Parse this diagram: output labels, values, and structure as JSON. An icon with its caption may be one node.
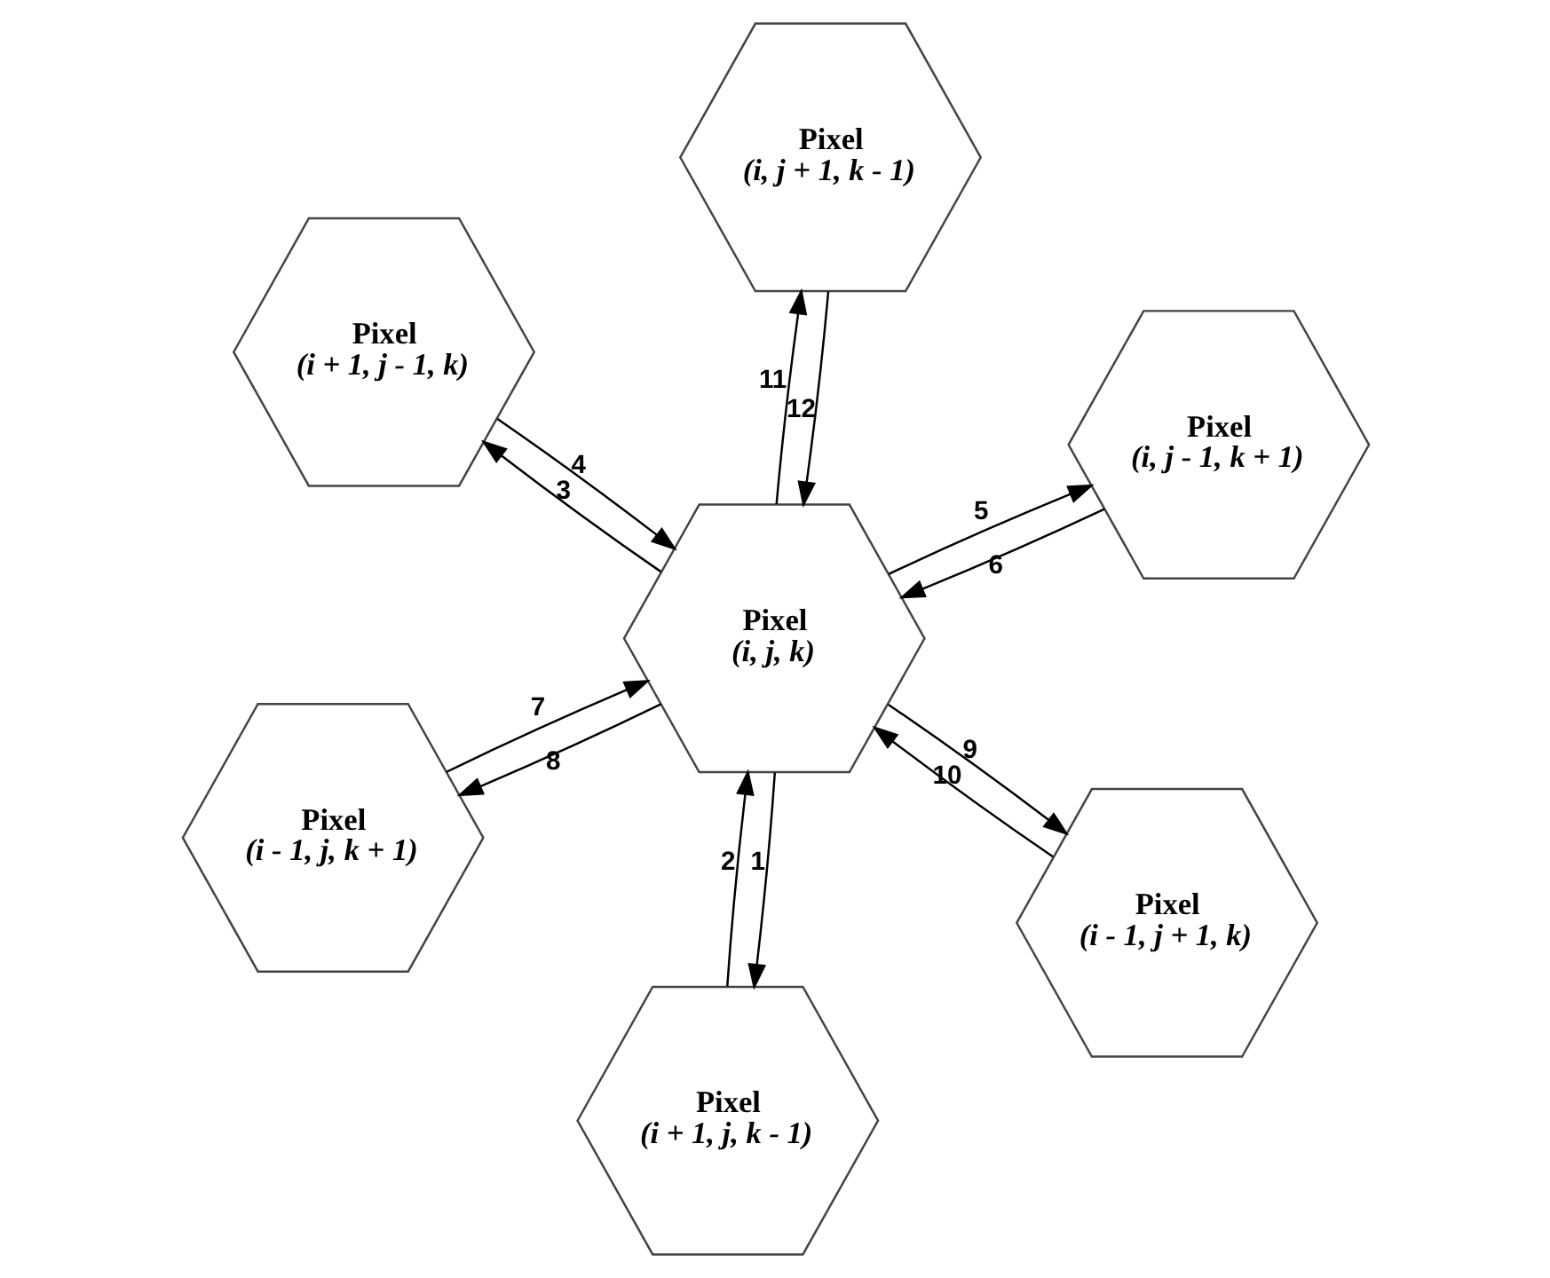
{
  "diagram": {
    "nodes": [
      {
        "text": [
          "Pixel",
          "(i, j + 1, k - 1)"
        ]
      },
      {
        "text": [
          "Pixel",
          "(i + 1, j, k - 1)"
        ]
      },
      {
        "text": [
          "Pixel",
          "(i - 1, j + 1, k)"
        ]
      },
      {
        "text": [
          "Pixel",
          "(i, j, k)"
        ]
      },
      {
        "text": [
          "Pixel",
          "(i + 1, j - 1, k)"
        ]
      },
      {
        "text": [
          "Pixel",
          "(i - 1, j, k + 1)"
        ]
      },
      {
        "text": [
          "Pixel",
          "(i, j - 1, k + 1)"
        ]
      }
    ],
    "edges": [
      {
        "from": 3,
        "to": 1,
        "arrow": "to",
        "label": "1"
      },
      {
        "from": 1,
        "to": 3,
        "arrow": "to",
        "label": "2"
      },
      {
        "from": 3,
        "to": 4,
        "arrow": "to",
        "label": "3"
      },
      {
        "from": 4,
        "to": 3,
        "arrow": "to",
        "label": "4"
      },
      {
        "from": 3,
        "to": 6,
        "arrow": "to",
        "label": "5"
      },
      {
        "from": 6,
        "to": 3,
        "arrow": "to",
        "label": "6"
      },
      {
        "from": 5,
        "to": 3,
        "arrow": "to",
        "label": "7"
      },
      {
        "from": 3,
        "to": 5,
        "arrow": "to",
        "label": "8"
      },
      {
        "from": 3,
        "to": 2,
        "arrow": "to",
        "label": "9"
      },
      {
        "from": 2,
        "to": 3,
        "arrow": "to",
        "label": "10"
      },
      {
        "from": 3,
        "to": 0,
        "arrow": "to",
        "label": "11"
      },
      {
        "from": 0,
        "to": 3,
        "arrow": "to",
        "label": "12"
      }
    ]
  }
}
